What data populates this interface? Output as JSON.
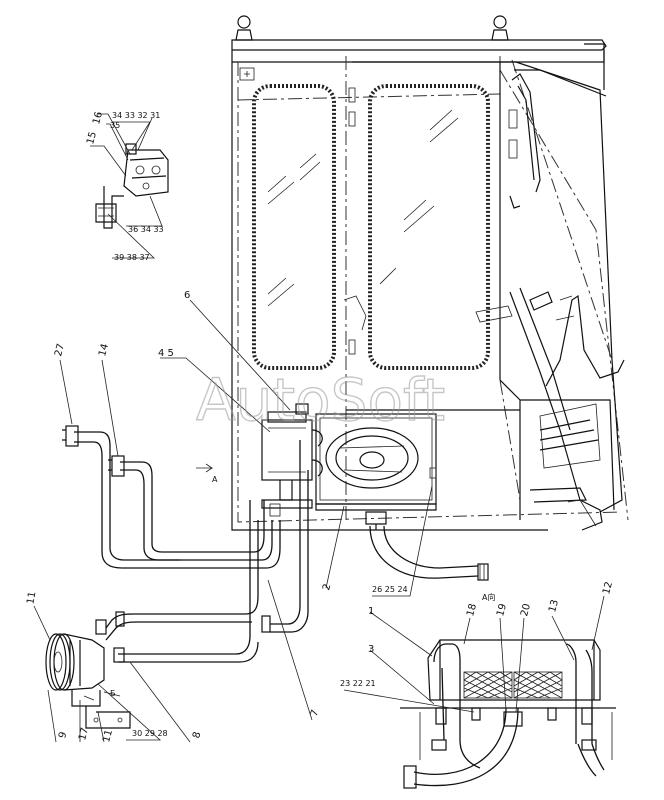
{
  "watermark": "AutoSoft",
  "view_labels": {
    "arrow_a": "A",
    "view_a": "A向",
    "view_b": "Б"
  },
  "callouts": {
    "c1": "1",
    "c2": "2",
    "c3": "3",
    "c4_5": "4 5",
    "c6": "6",
    "c7": "7",
    "c8": "8",
    "c9": "9",
    "c11": "11",
    "c11b": "11",
    "c12": "12",
    "c13": "13",
    "c14": "14",
    "c15": "15",
    "c16": "16",
    "c17": "17",
    "c18": "18",
    "c19": "19",
    "c20": "20",
    "c21_23": "23 22 21",
    "c24_26": "26 25 24",
    "c27": "27",
    "c28_30": "30 29 28",
    "c31_35": "34 33 32 31",
    "c35": "35",
    "c33_36": "36 34 33",
    "c37_39": "39 38 37"
  }
}
